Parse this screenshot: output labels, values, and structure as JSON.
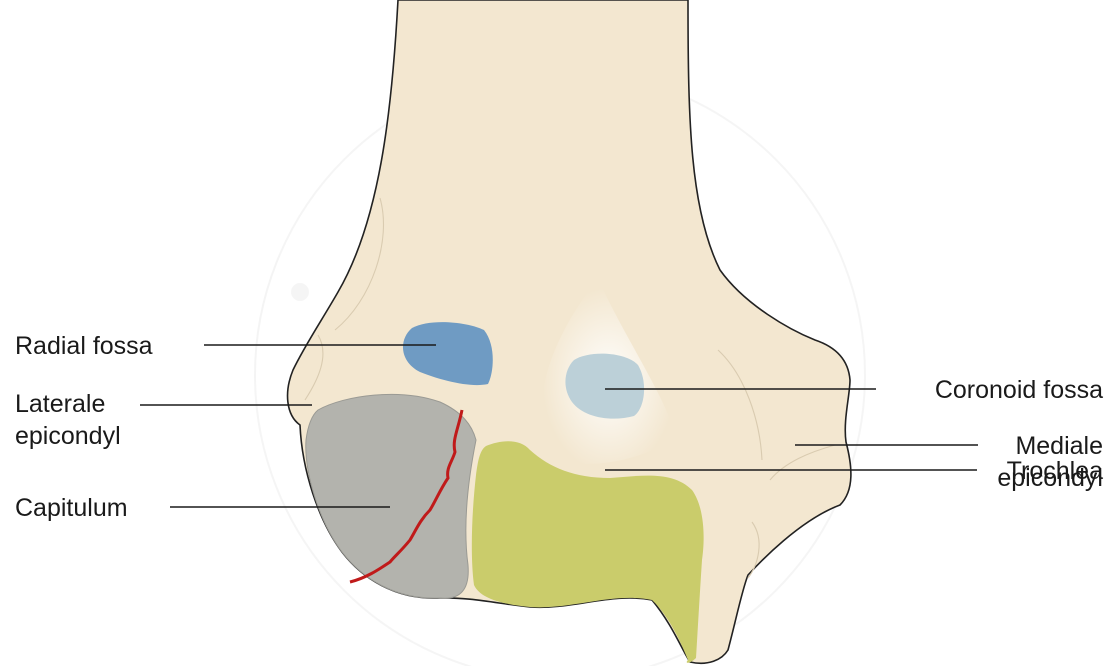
{
  "diagram": {
    "labels": {
      "radial_fossa": "Radial fossa",
      "laterale_epicondyl_line1": "Laterale",
      "laterale_epicondyl_line2": "epicondyl",
      "capitulum": "Capitulum",
      "coronoid_fossa": "Coronoid fossa",
      "mediale_epicondyl_line1": "Mediale",
      "mediale_epicondyl_line2": "epicondyl",
      "trochlea": "Trochlea"
    },
    "colors": {
      "bone": "#f3e7d0",
      "bone_highlight": "#fbf6ec",
      "bone_shadow": "#eadab9",
      "radial_fossa": "#6f9bc3",
      "coronoid_fossa": "#bcd0d8",
      "capitulum": "#b3b3ad",
      "trochlea": "#cacc6b",
      "fracture_line": "#c01a1a",
      "outline": "#222222"
    }
  }
}
